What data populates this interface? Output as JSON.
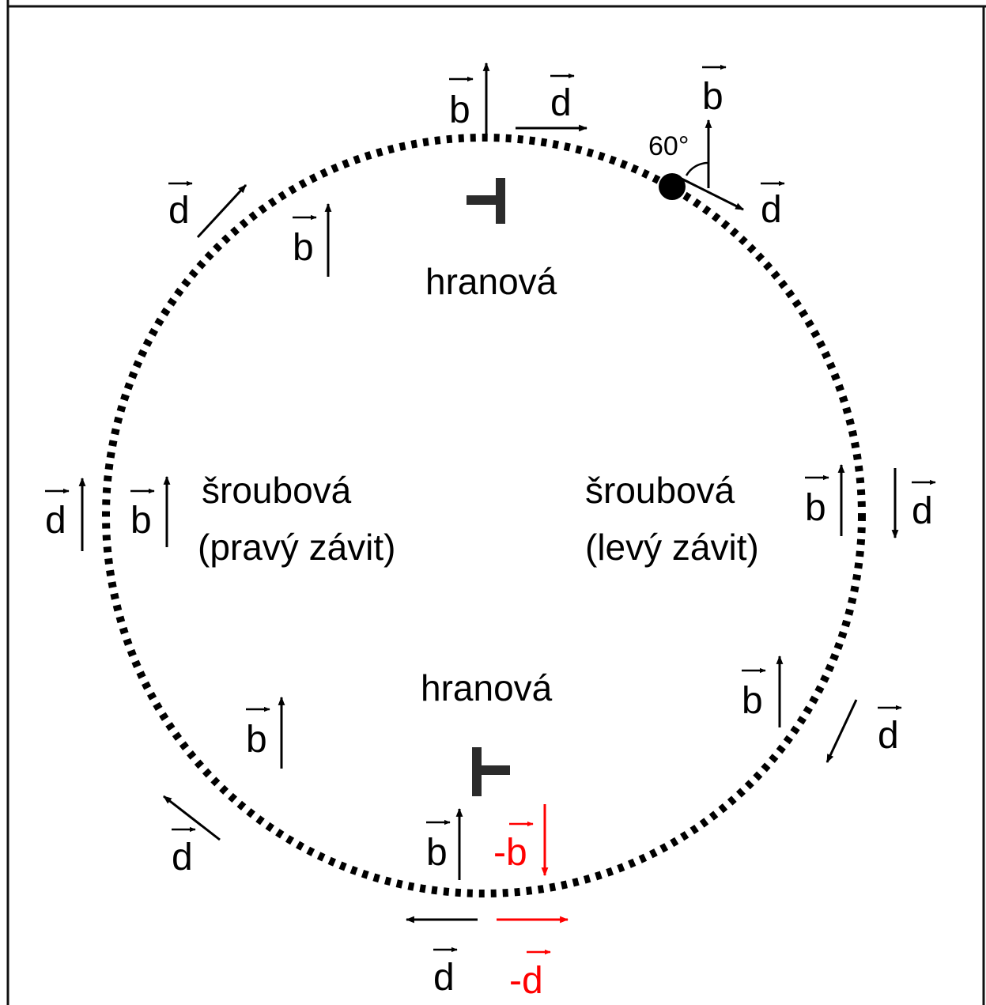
{
  "labels": {
    "edge_top": "hranová",
    "edge_bottom": "hranová",
    "screw_left": "šroubová",
    "screw_left_sub": "(pravý závit)",
    "screw_right": "šroubová",
    "screw_right_sub": "(levý závit)",
    "angle": "60°"
  },
  "vectors": {
    "b": "b",
    "d": "d",
    "neg_b": "-b",
    "neg_d": "-d"
  },
  "colors": {
    "ink": "#000000",
    "highlight": "#ff0000",
    "symbol": "#2b2b2b",
    "frame": "#111111",
    "background": "#ffffff"
  }
}
